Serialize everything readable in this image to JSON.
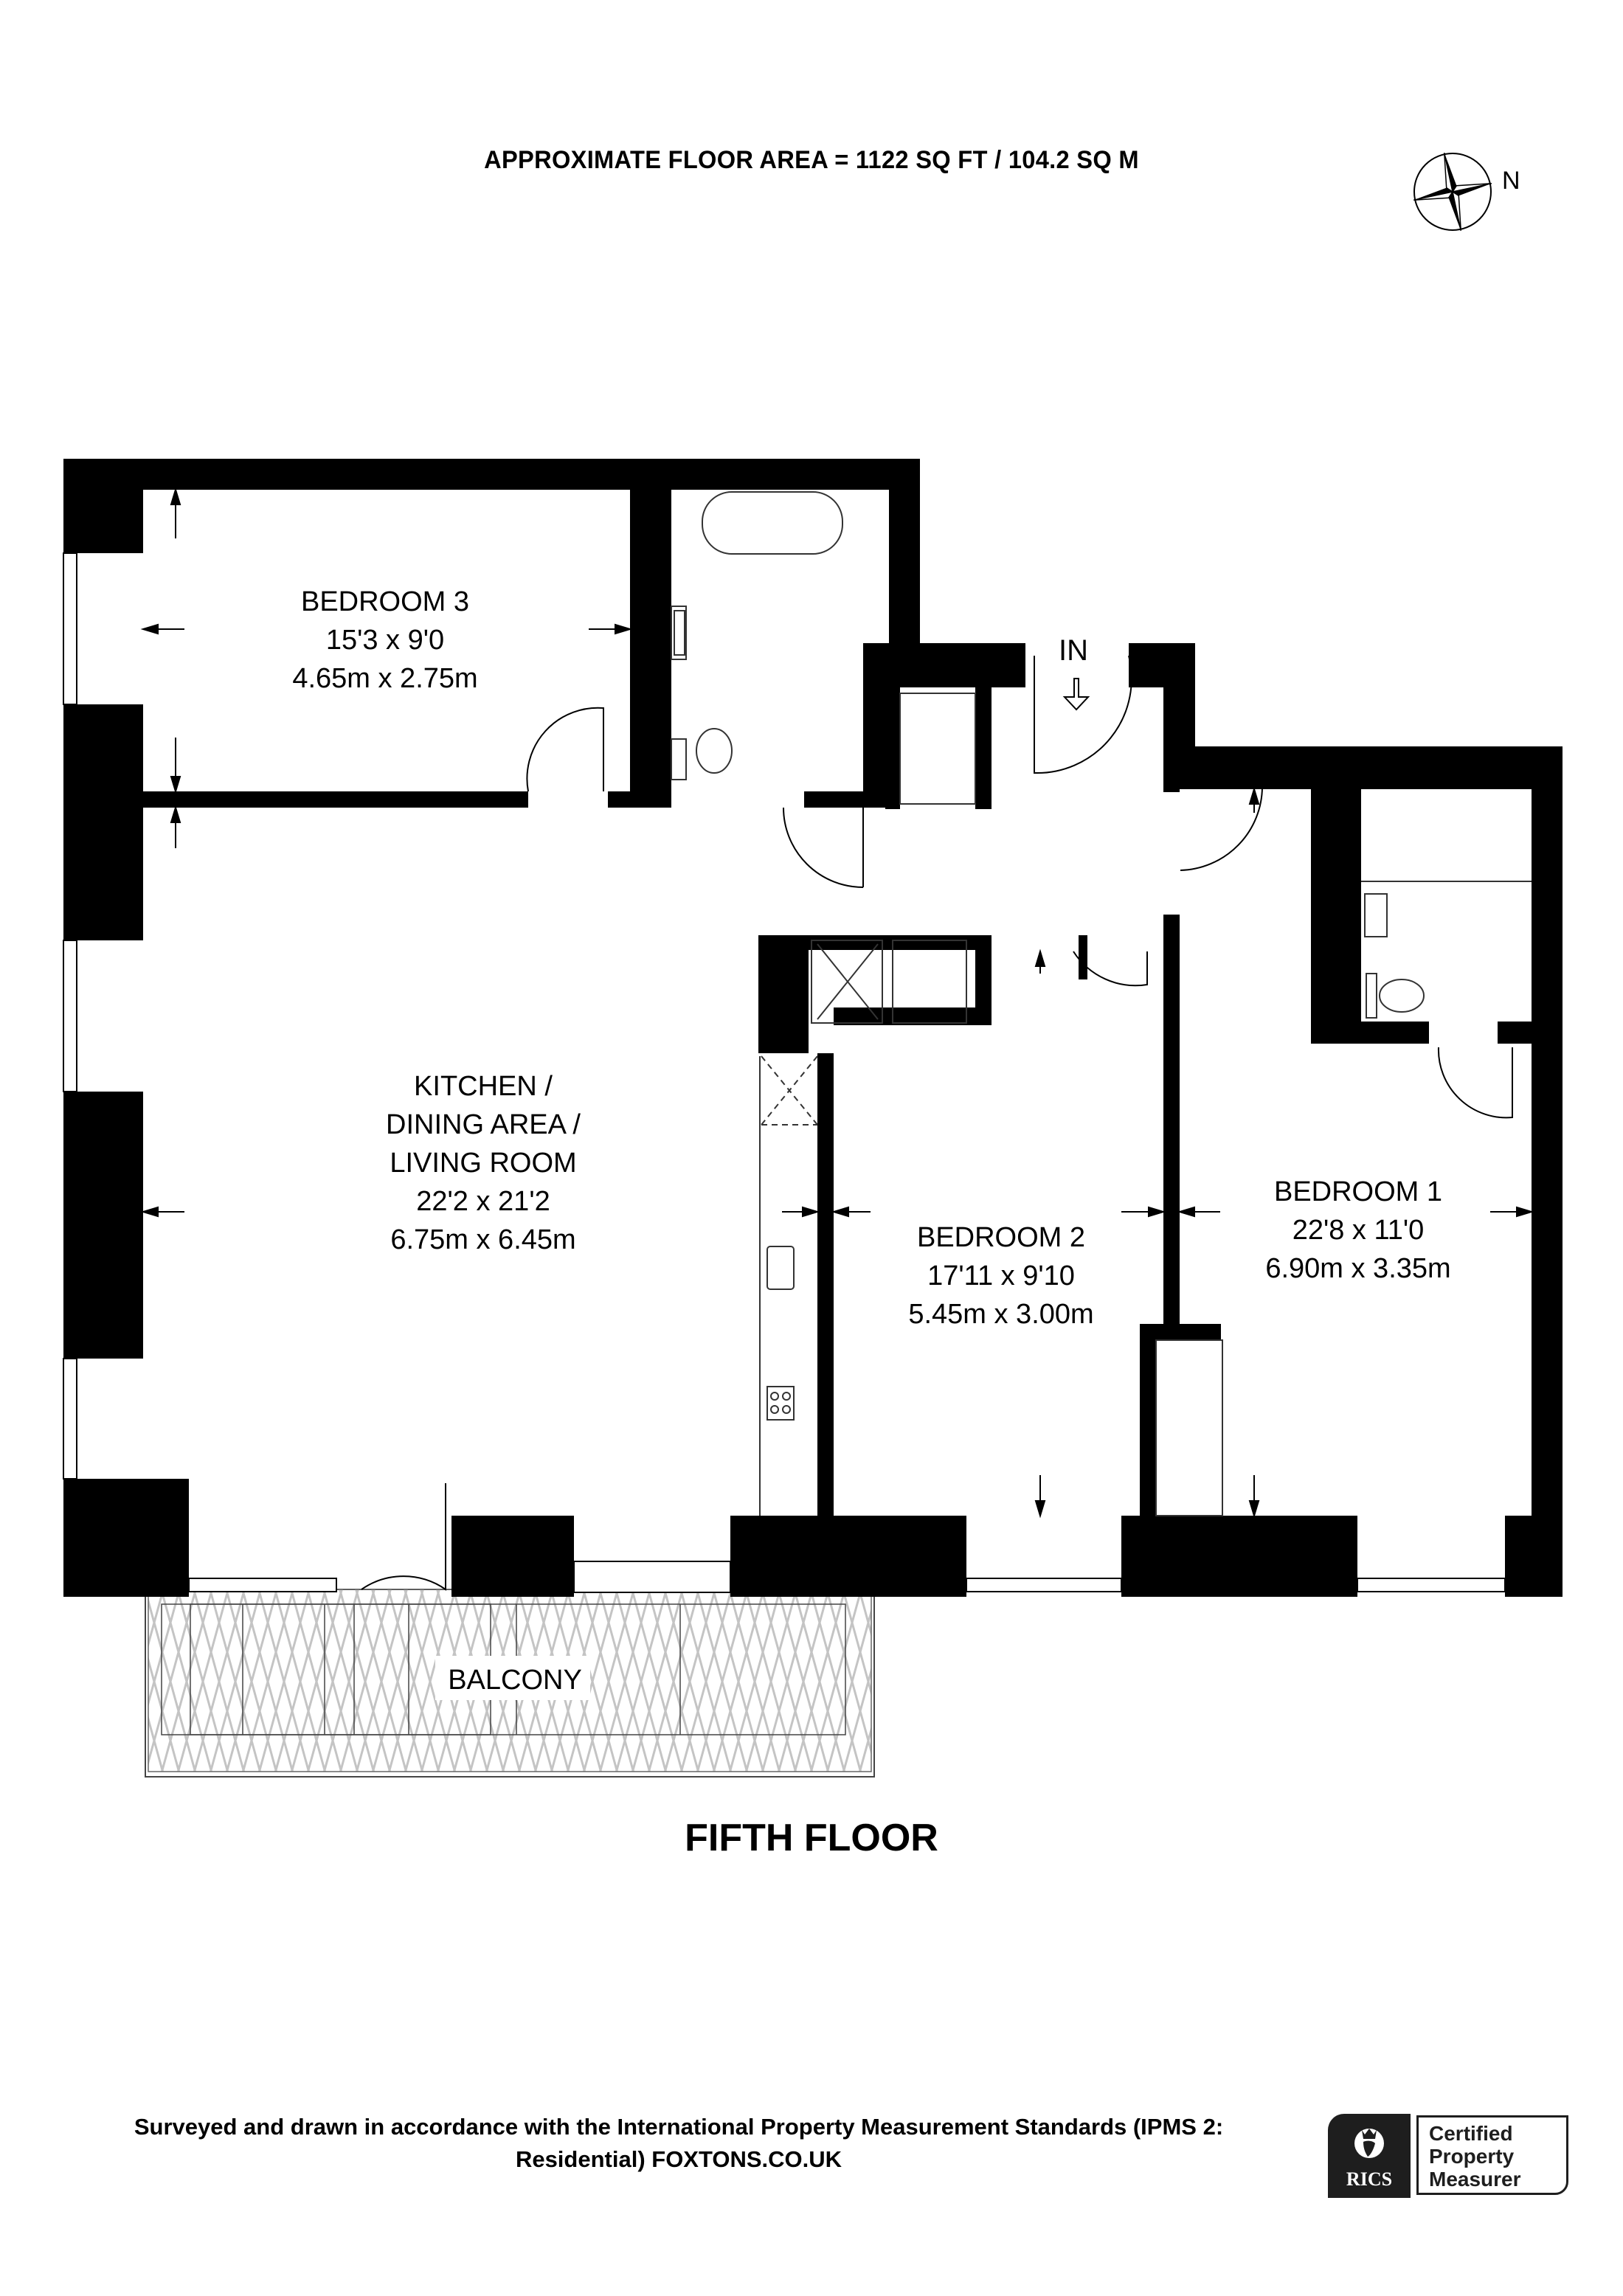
{
  "header": {
    "area_text": "APPROXIMATE FLOOR AREA = 1122 SQ FT / 104.2 SQ M",
    "compass_label": "N"
  },
  "rooms": {
    "bedroom3": {
      "name": "BEDROOM 3",
      "imperial": "15'3 x 9'0",
      "metric": "4.65m x 2.75m"
    },
    "kitchen": {
      "line1": "KITCHEN /",
      "line2": "DINING AREA /",
      "line3": "LIVING ROOM",
      "imperial": "22'2 x 21'2",
      "metric": "6.75m x 6.45m"
    },
    "bedroom2": {
      "name": "BEDROOM 2",
      "imperial": "17'11 x 9'10",
      "metric": "5.45m x 3.00m"
    },
    "bedroom1": {
      "name": "BEDROOM 1",
      "imperial": "22'8 x 11'0",
      "metric": "6.90m x 3.35m"
    },
    "balcony": {
      "name": "BALCONY"
    },
    "entrance": {
      "label": "IN"
    }
  },
  "floor_title": "FIFTH FLOOR",
  "footer": {
    "line1": "Surveyed and drawn in accordance with the International Property Measurement Standards (IPMS 2:",
    "line2": "Residential) FOXTONS.CO.UK"
  },
  "badge": {
    "brand": "RICS",
    "line1": "Certified",
    "line2": "Property",
    "line3": "Measurer"
  },
  "colors": {
    "wall": "#000000",
    "fixture_line": "#333333",
    "balcony_hatch": "#c4c4c4",
    "badge_dark": "#1e1e1e"
  }
}
